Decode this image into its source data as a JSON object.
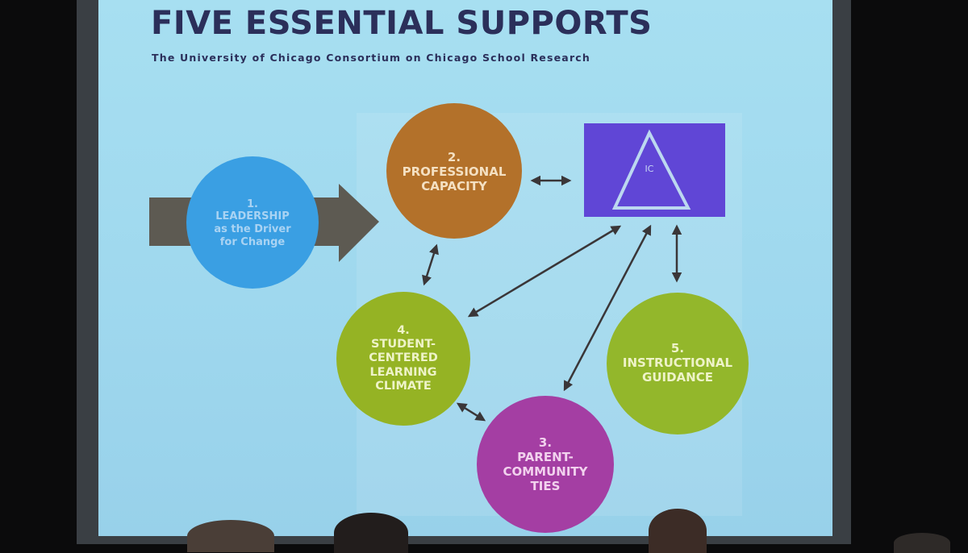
{
  "slide": {
    "title": "FIVE ESSENTIAL SUPPORTS",
    "subtitle": "The University of Chicago Consortium on Chicago School Research"
  },
  "supports": [
    {
      "num": "1.",
      "lines": [
        "LEADERSHIP",
        "as the Driver",
        "for Change"
      ],
      "color": "#3a9fe3",
      "text_color": "#a9d3f3"
    },
    {
      "num": "2.",
      "lines": [
        "PROFESSIONAL",
        "CAPACITY"
      ],
      "color": "#b3712a",
      "text_color": "#f4e0c2"
    },
    {
      "num": "3.",
      "lines": [
        "PARENT-",
        "COMMUNITY",
        "TIES"
      ],
      "color": "#a43ea3",
      "text_color": "#f2d2ee"
    },
    {
      "num": "4.",
      "lines": [
        "STUDENT-",
        "CENTERED",
        "LEARNING",
        "CLIMATE"
      ],
      "color": "#95b324",
      "text_color": "#eef3c8"
    },
    {
      "num": "5.",
      "lines": [
        "INSTRUCTIONAL",
        "GUIDANCE"
      ],
      "color": "#93b72b",
      "text_color": "#eef3c8"
    }
  ],
  "ic_box": {
    "label": "IC",
    "color": "#6046d6"
  },
  "colors": {
    "title": "#2b2f5a",
    "arrow": "#3a3638",
    "leadership_arrow": "#5d5a52"
  }
}
